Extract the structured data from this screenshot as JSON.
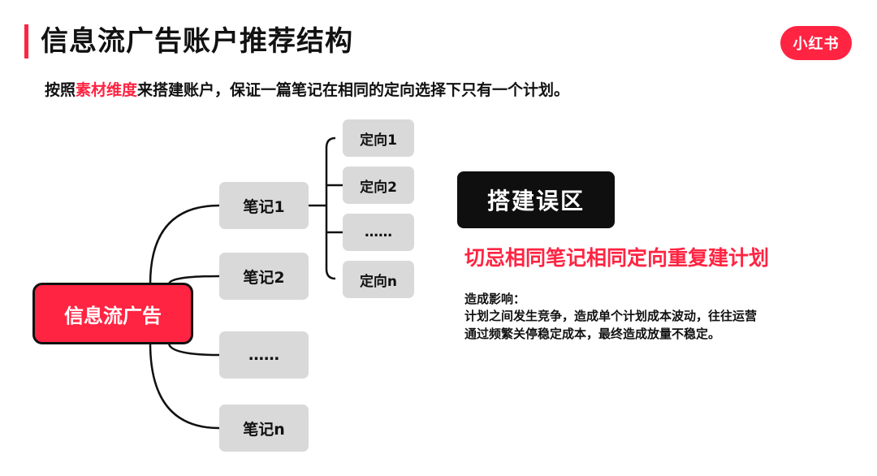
{
  "header": {
    "title": "信息流广告账户推荐结构",
    "logo_text": "小红书",
    "accent_color": "#ff2442"
  },
  "subtitle": {
    "prefix": "按照",
    "highlight": "素材维度",
    "suffix": "来搭建账户，保证一篇笔记在相同的定向选择下只有一个计划。"
  },
  "diagram": {
    "root": "信息流广告",
    "notes": [
      "笔记1",
      "笔记2",
      "……",
      "笔记n"
    ],
    "targets": [
      "定向1",
      "定向2",
      "……",
      "定向n"
    ]
  },
  "pitfall": {
    "tag": "搭建误区",
    "warning": "切忌相同笔记相同定向重复建计划",
    "impact_heading": "造成影响：",
    "impact_lines": [
      "计划之间发生竞争，造成单个计划成本波动，往往运营",
      "通过频繁关停稳定成本，最终造成放量不稳定。"
    ]
  }
}
